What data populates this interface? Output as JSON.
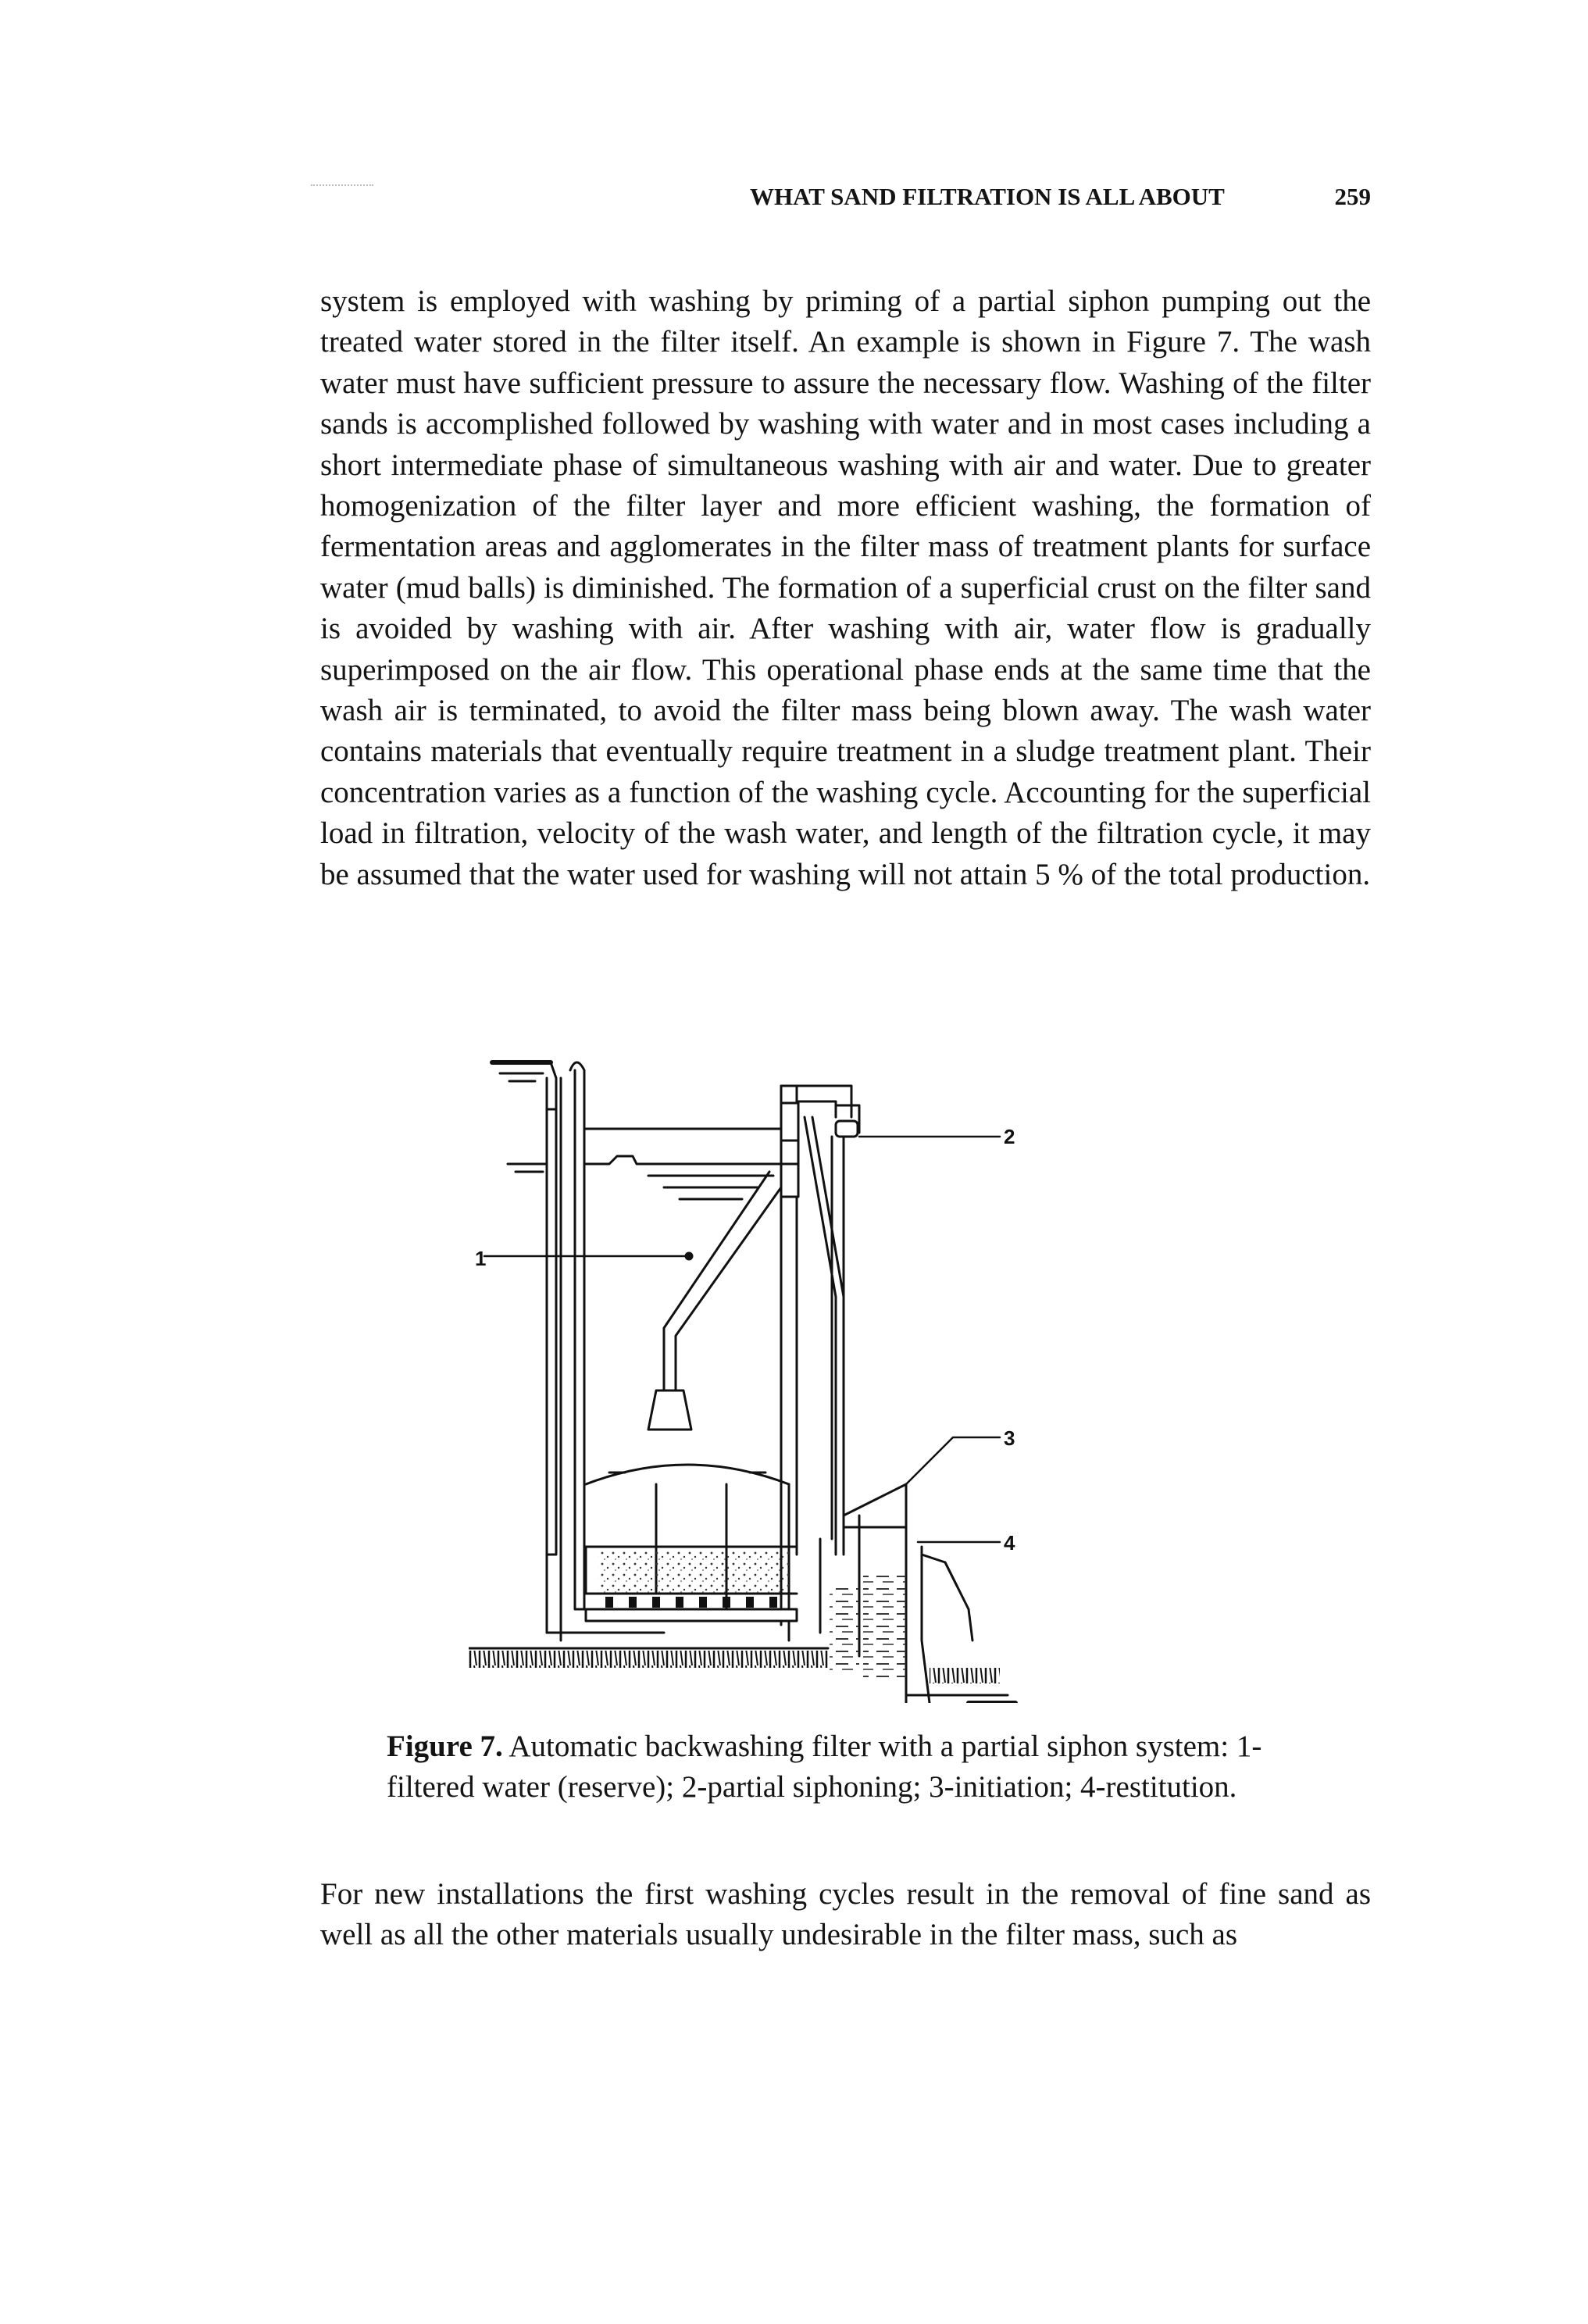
{
  "header": {
    "running_title": "WHAT SAND FILTRATION IS ALL ABOUT",
    "page_number": "259"
  },
  "body": {
    "paragraph_top": "system is employed with washing by priming of a partial siphon pumping out the treated water stored in the filter itself. An example is shown in Figure 7. The wash water must have sufficient pressure to assure the necessary flow. Washing of the filter sands is accomplished followed by washing with water and in most cases including a short intermediate phase of simultaneous washing with air and water. Due to greater homogenization of the filter layer and more efficient washing, the formation of fermentation areas and agglomerates in the filter mass of treatment plants for surface water (mud balls) is diminished. The formation of a superficial crust on the filter sand is avoided by washing with air. After washing with air, water flow is gradually superimposed on the air flow. This operational phase ends at the same time that the wash air is terminated, to avoid the filter mass being blown away. The wash water contains materials that eventually require treatment in a sludge treatment plant. Their concentration varies as a function of the washing cycle. Accounting for the superficial load in filtration, velocity of the wash water, and length of the filtration cycle, it may be assumed that the water used for washing will not attain 5 % of the total production.",
    "paragraph_bottom": "For new installations the first washing cycles result in the removal of fine sand as well as all the other materials usually undesirable in the filter mass, such as"
  },
  "figure": {
    "labels": {
      "one": "1",
      "two": "2",
      "three": "3",
      "four": "4"
    },
    "caption_label": "Figure 7.",
    "caption_text": "Automatic backwashing filter with a partial siphon system: 1-filtered water (reserve); 2-partial siphoning; 3-initiation; 4-restitution."
  }
}
